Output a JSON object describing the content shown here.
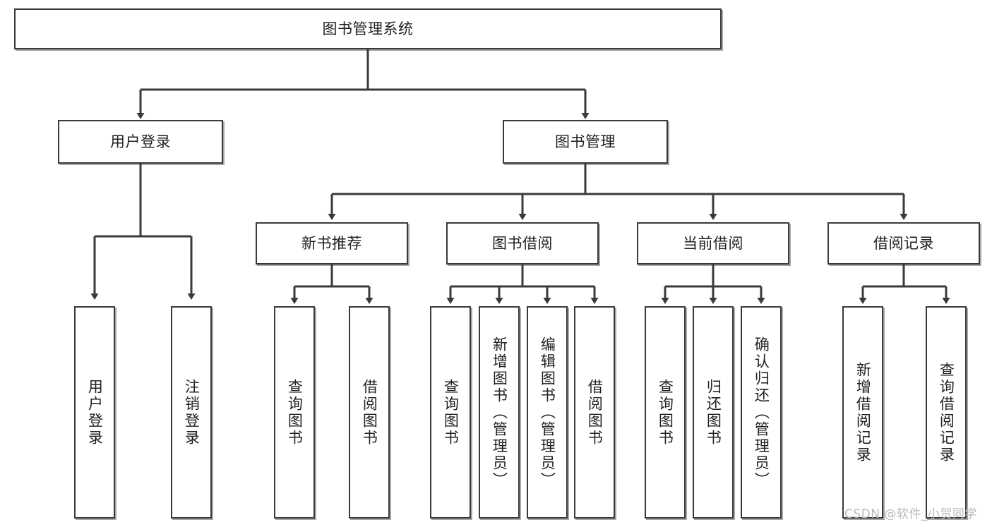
{
  "diagram": {
    "title": "图书管理系统",
    "type": "tree-hierarchy-diagram",
    "watermark": "CSDN @软件_小贺同学",
    "colors": {
      "node_border": "#3a3a3a",
      "node_fill": "#ffffff",
      "edge": "#3a3a3a",
      "text": "#1f1f1f",
      "watermark": "#b9b9b9"
    },
    "nodes": {
      "root": {
        "label": "图书管理系统"
      },
      "level2": [
        {
          "id": "user-login",
          "label": "用户登录"
        },
        {
          "id": "book-manage",
          "label": "图书管理"
        }
      ],
      "level3": [
        {
          "id": "new-book-recommend",
          "label": "新书推荐"
        },
        {
          "id": "book-borrow",
          "label": "图书借阅"
        },
        {
          "id": "current-borrow",
          "label": "当前借阅"
        },
        {
          "id": "borrow-record",
          "label": "借阅记录"
        }
      ],
      "leaves": {
        "user_login": [
          {
            "id": "leaf-user-login",
            "label": "用户登录"
          },
          {
            "id": "leaf-logout-login",
            "label": "注销登录"
          }
        ],
        "new_book_recommend": [
          {
            "id": "leaf-query-book-1",
            "label": "查询图书"
          },
          {
            "id": "leaf-borrow-book-1",
            "label": "借阅图书"
          }
        ],
        "book_borrow": [
          {
            "id": "leaf-query-book-2",
            "label": "查询图书"
          },
          {
            "id": "leaf-add-book",
            "label": "新增图书（管理员）"
          },
          {
            "id": "leaf-edit-book",
            "label": "编辑图书（管理员）"
          },
          {
            "id": "leaf-borrow-book-2",
            "label": "借阅图书"
          }
        ],
        "current_borrow": [
          {
            "id": "leaf-query-book-3",
            "label": "查询图书"
          },
          {
            "id": "leaf-return-book",
            "label": "归还图书"
          },
          {
            "id": "leaf-confirm-return",
            "label": "确认归还（管理员）"
          }
        ],
        "borrow_record": [
          {
            "id": "leaf-add-record",
            "label": "新增借阅记录"
          },
          {
            "id": "leaf-query-record",
            "label": "查询借阅记录"
          }
        ]
      }
    }
  }
}
